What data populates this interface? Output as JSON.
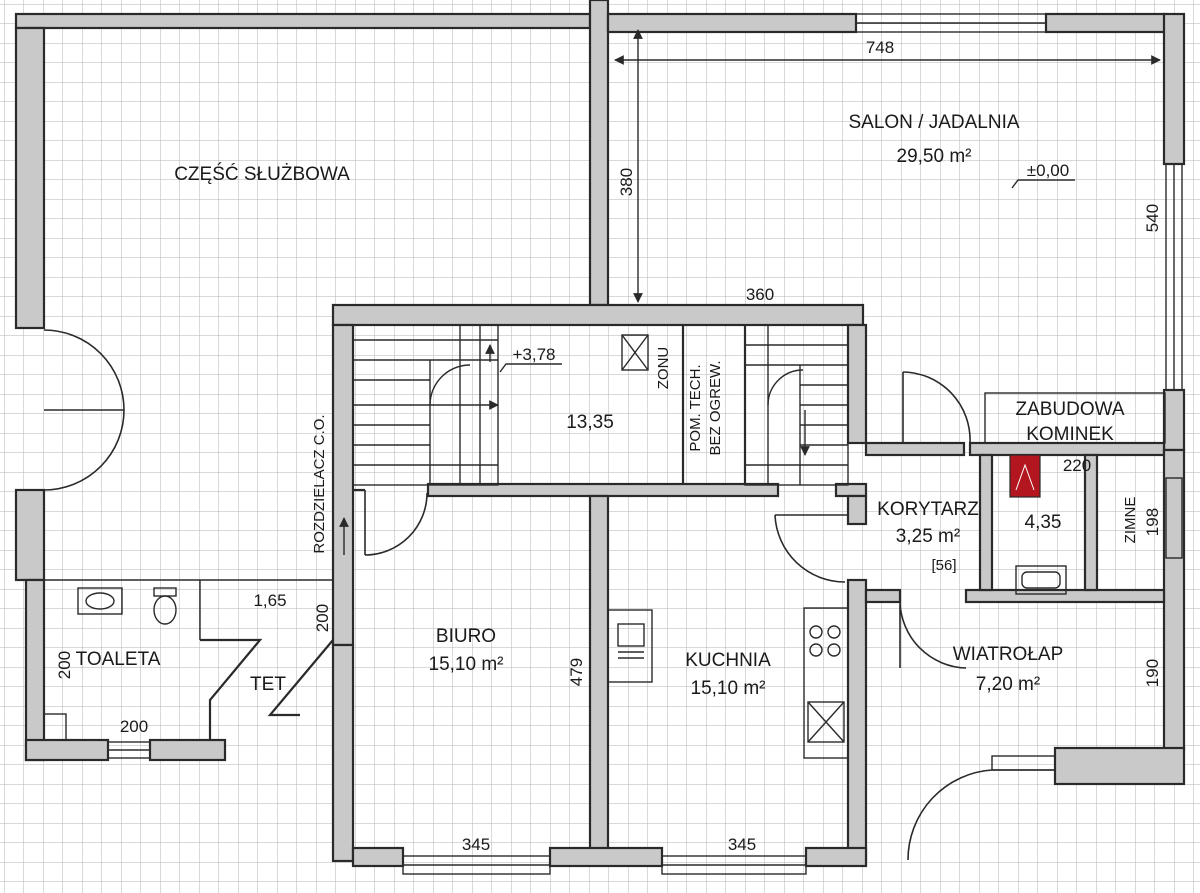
{
  "colors": {
    "grid": "#b3b3b3",
    "wall": "#c9c9c9",
    "line": "#2a2a2a",
    "fireplace": "#b4161f",
    "background": "#ffffff"
  },
  "rooms": {
    "czesc_sluzbowa": {
      "name": "CZĘŚĆ SŁUŻBOWA"
    },
    "salon": {
      "name": "SALON / JADALNIA",
      "area": "29,50 m²",
      "level": "±0,00"
    },
    "hall": {
      "area": "13,35",
      "level": "+3,78"
    },
    "zonu": {
      "label": "ZONU"
    },
    "pom_tech": {
      "line1": "POM. TECH.",
      "line2": "BEZ OGREW."
    },
    "rozdzielacz": {
      "label": "ROZDZIELACZ C.O."
    },
    "zabudowa": {
      "line1": "ZABUDOWA",
      "line2": "KOMINEK"
    },
    "korytarz": {
      "name": "KORYTARZ",
      "area": "3,25 m²",
      "note": "[56]"
    },
    "lazienka": {
      "area": "4,35"
    },
    "zimne": {
      "label": "ZIMNE"
    },
    "wiatrolap": {
      "name": "WIATROŁAP",
      "area": "7,20 m²"
    },
    "biuro": {
      "name": "BIURO",
      "area": "15,10 m²"
    },
    "kuchnia": {
      "name": "KUCHNIA",
      "area": "15,10 m²"
    },
    "toaleta": {
      "name": "TOALETA"
    },
    "tet": {
      "label": "TET"
    }
  },
  "dimensions": {
    "salon_width": "748",
    "salon_depth": "380",
    "salon_side": "540",
    "hall_width": "360",
    "lazienka_width": "220",
    "lazienka_side": "198",
    "wiatrolap_side": "190",
    "biuro_side": "479",
    "biuro_width": "345",
    "kuchnia_width": "345",
    "toaleta_width": "200",
    "toaleta_side": "200",
    "tet_width": "1,65",
    "tet_side": "200"
  }
}
